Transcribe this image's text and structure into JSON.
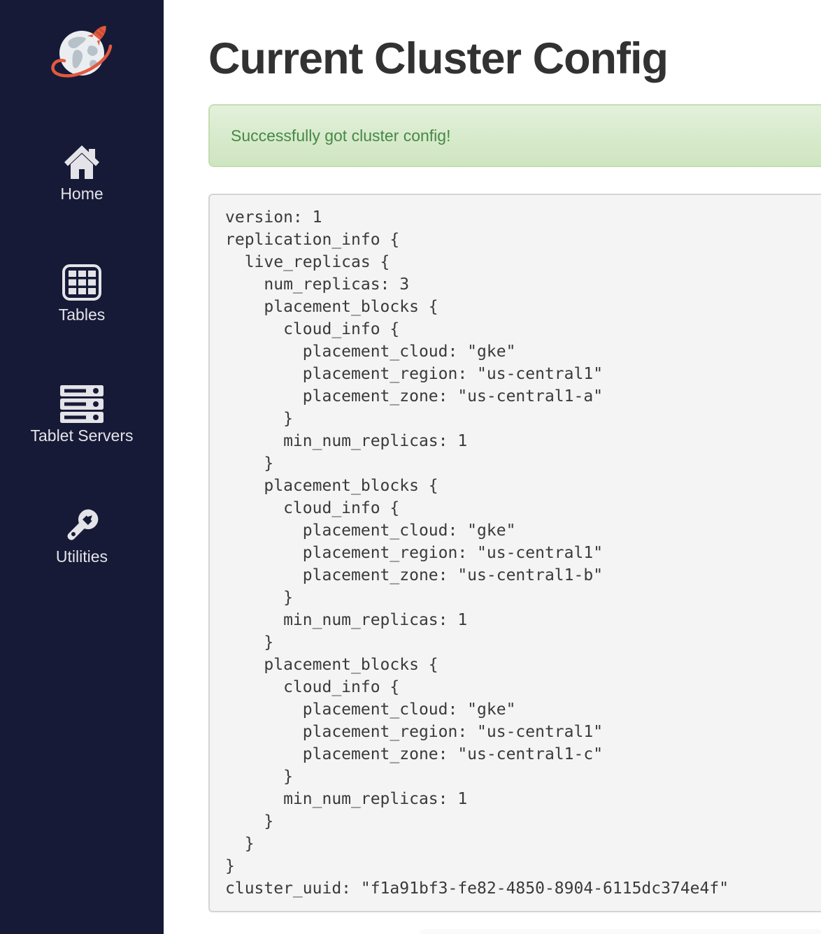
{
  "sidebar": {
    "logo_icon": "globe-rocket-logo",
    "items": [
      {
        "label": "Home",
        "icon": "home-icon"
      },
      {
        "label": "Tables",
        "icon": "table-grid-icon"
      },
      {
        "label": "Tablet Servers",
        "icon": "server-stack-icon"
      },
      {
        "label": "Utilities",
        "icon": "wrench-icon"
      }
    ]
  },
  "main": {
    "title": "Current Cluster Config",
    "alert": {
      "type": "success",
      "message": "Successfully got cluster config!"
    },
    "cluster_config": "version: 1\nreplication_info {\n  live_replicas {\n    num_replicas: 3\n    placement_blocks {\n      cloud_info {\n        placement_cloud: \"gke\"\n        placement_region: \"us-central1\"\n        placement_zone: \"us-central1-a\"\n      }\n      min_num_replicas: 1\n    }\n    placement_blocks {\n      cloud_info {\n        placement_cloud: \"gke\"\n        placement_region: \"us-central1\"\n        placement_zone: \"us-central1-b\"\n      }\n      min_num_replicas: 1\n    }\n    placement_blocks {\n      cloud_info {\n        placement_cloud: \"gke\"\n        placement_region: \"us-central1\"\n        placement_zone: \"us-central1-c\"\n      }\n      min_num_replicas: 1\n    }\n  }\n}\ncluster_uuid: \"f1a91bf3-fe82-4850-8904-6115dc374e4f\""
  },
  "colors": {
    "sidebar_bg": "#161a37",
    "accent_orange": "#e2593f",
    "icon_light": "#e4e4e8",
    "alert_text": "#468847",
    "alert_bg_top": "#e3f1db",
    "alert_bg_bottom": "#cfe6c2",
    "alert_border": "#c3ddb1",
    "code_bg": "#f4f4f4",
    "code_border": "#d4d4d4",
    "code_text": "#3a3a3a",
    "title_text": "#323232"
  }
}
